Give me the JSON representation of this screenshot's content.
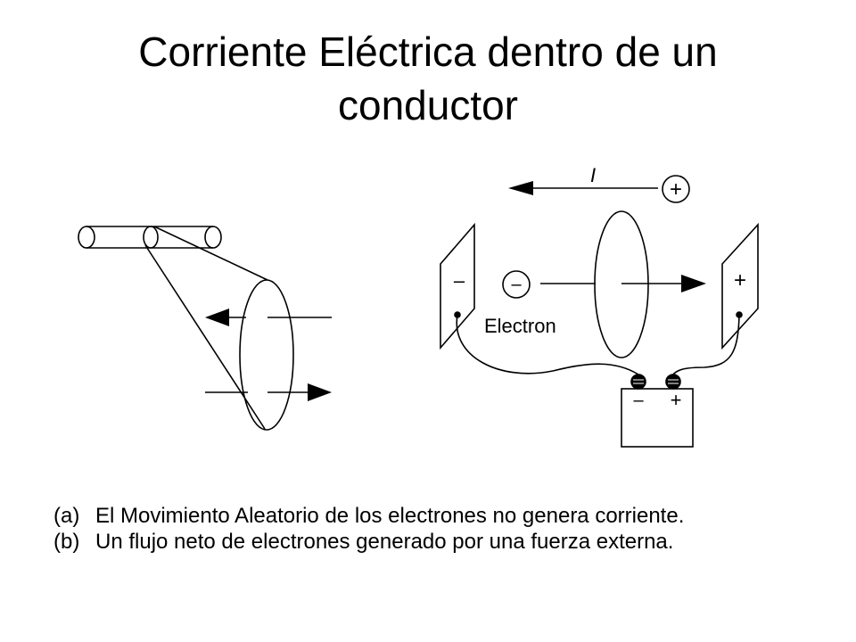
{
  "title": {
    "line1": "Corriente Eléctrica dentro de un",
    "line2": "conductor"
  },
  "diagram_b": {
    "current_label": "I",
    "positive_terminal_sign": "+",
    "negative_plate_sign": "–",
    "positive_plate_sign": "+",
    "electron_sign": "–",
    "electron_label": "Electron",
    "battery_negative": "–",
    "battery_positive": "+"
  },
  "captions": [
    {
      "label": "(a)",
      "text": "El Movimiento Aleatorio de los electrones no genera corriente."
    },
    {
      "label": "(b)",
      "text": "Un flujo neto de electrones generado por una fuerza externa."
    }
  ]
}
